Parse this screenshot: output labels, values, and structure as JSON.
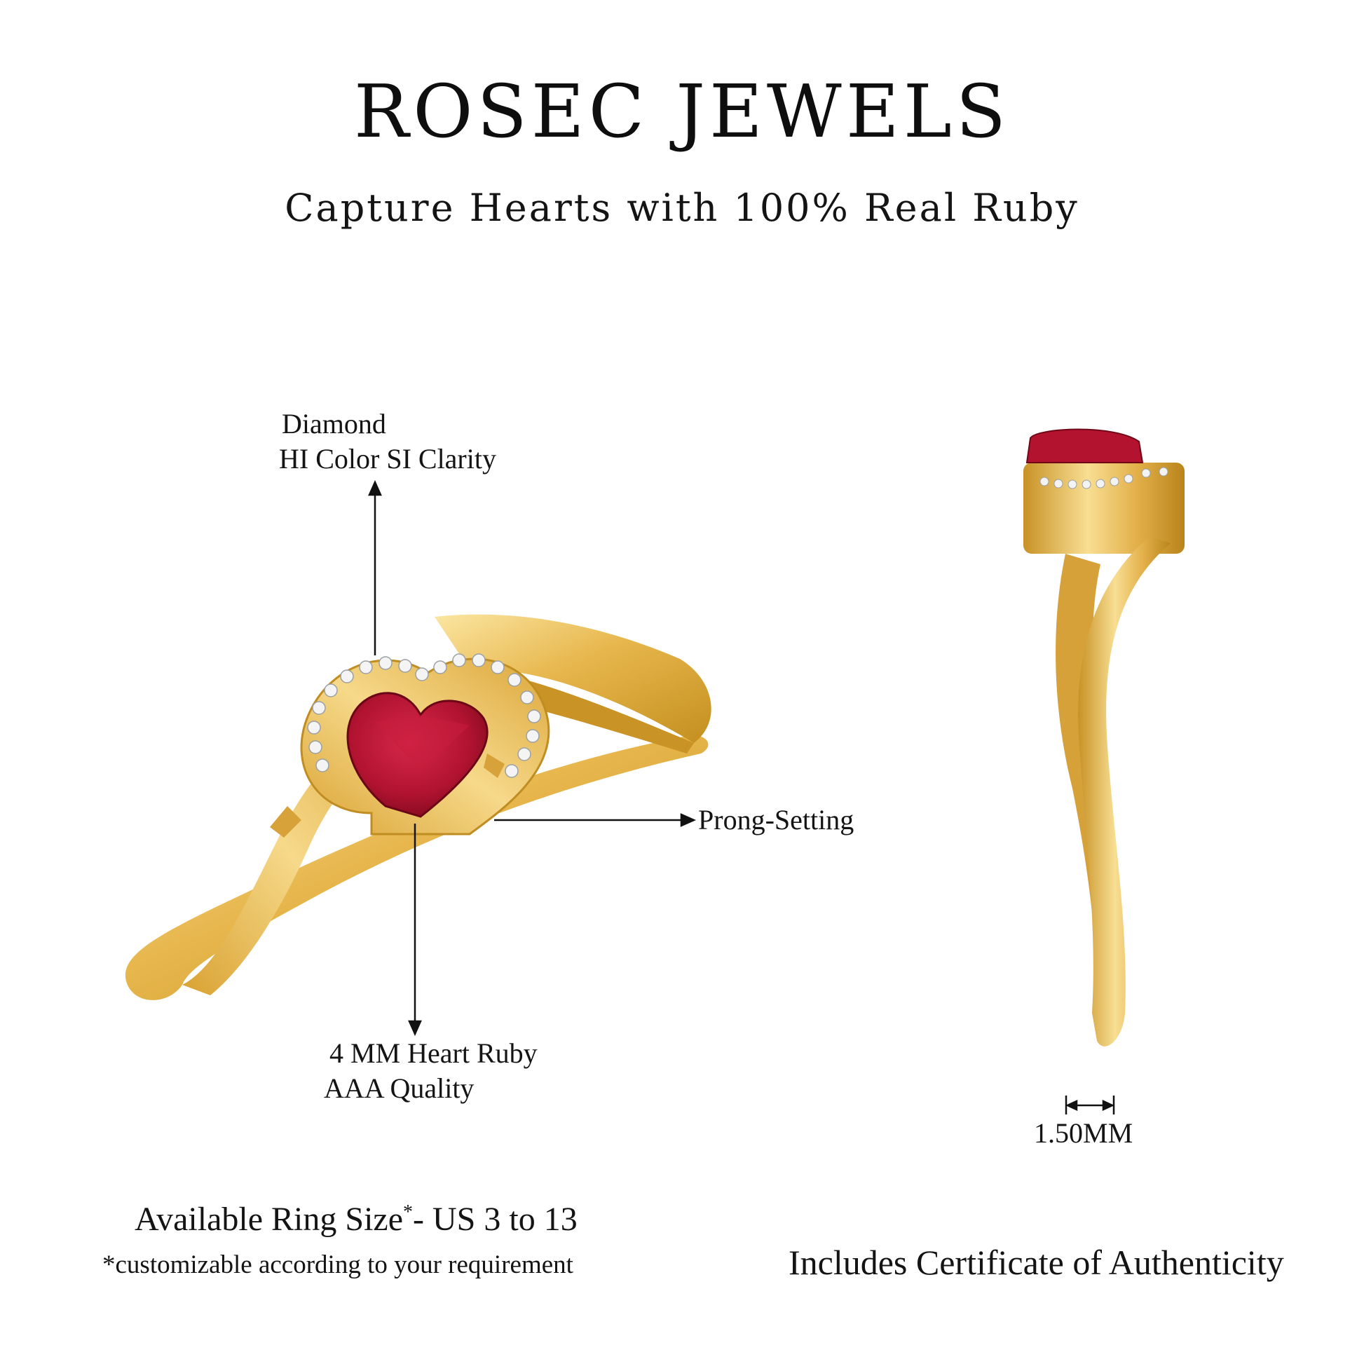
{
  "brand": {
    "name": "ROSEC JEWELS",
    "tagline": "Capture Hearts with 100% Real Ruby"
  },
  "callouts": {
    "diamond": {
      "line1": "Diamond",
      "line2": "HI Color SI Clarity"
    },
    "prong": {
      "label": "Prong-Setting"
    },
    "ruby": {
      "line1": "4 MM Heart Ruby",
      "line2": "AAA Quality"
    },
    "width": {
      "label": "1.50MM"
    }
  },
  "footer": {
    "ring_size_prefix": "Available Ring Size",
    "ring_size_mark": "*",
    "ring_size_suffix": "- US 3 to 13",
    "customizable_note": "*customizable according to your requirement",
    "certificate": "Includes Certificate of Authenticity"
  },
  "colors": {
    "gold": "#e6b54c",
    "gold_light": "#f7dc8e",
    "gold_dark": "#b98419",
    "ruby": "#b4132f",
    "ruby_dark": "#7e0a1f",
    "text": "#141414"
  }
}
